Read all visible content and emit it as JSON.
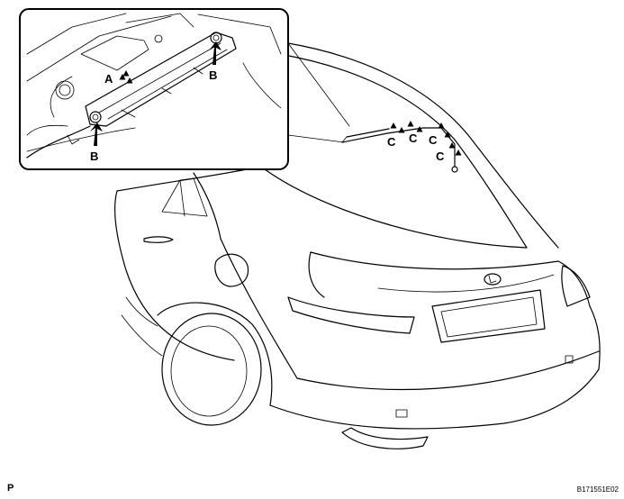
{
  "callouts": {
    "a_label": "A",
    "b_label_right": "B",
    "b_label_bottom": "B",
    "c_labels": [
      "C",
      "C",
      "C",
      "C"
    ]
  },
  "footer": {
    "page_letter": "P",
    "figure_id": "B171551E02"
  },
  "colors": {
    "line": "#000000",
    "background": "#ffffff"
  },
  "icons": [
    "clip-icon",
    "push-arrow-icon",
    "lexus-emblem-icon"
  ]
}
